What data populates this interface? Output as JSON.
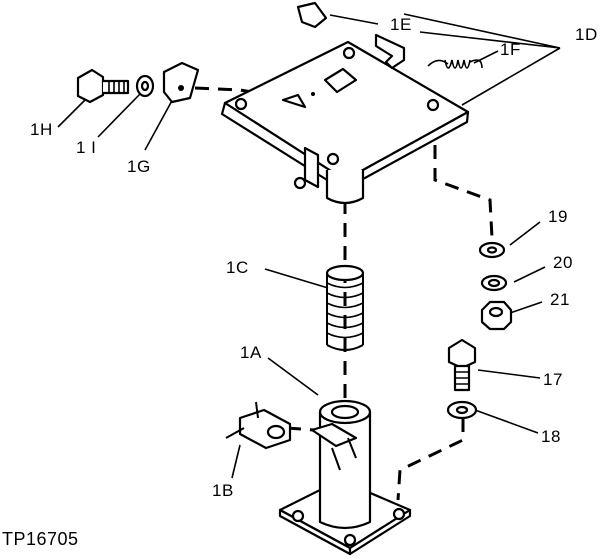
{
  "figure_code": "TP16705",
  "labels": {
    "l1A": "1A",
    "l1B": "1B",
    "l1C": "1C",
    "l1D": "1D",
    "l1E": "1E",
    "l1F": "1F",
    "l1G": "1G",
    "l1H": "1H",
    "l1I": "1 I",
    "l17": "17",
    "l18": "18",
    "l19": "19",
    "l20": "20",
    "l21": "21"
  }
}
